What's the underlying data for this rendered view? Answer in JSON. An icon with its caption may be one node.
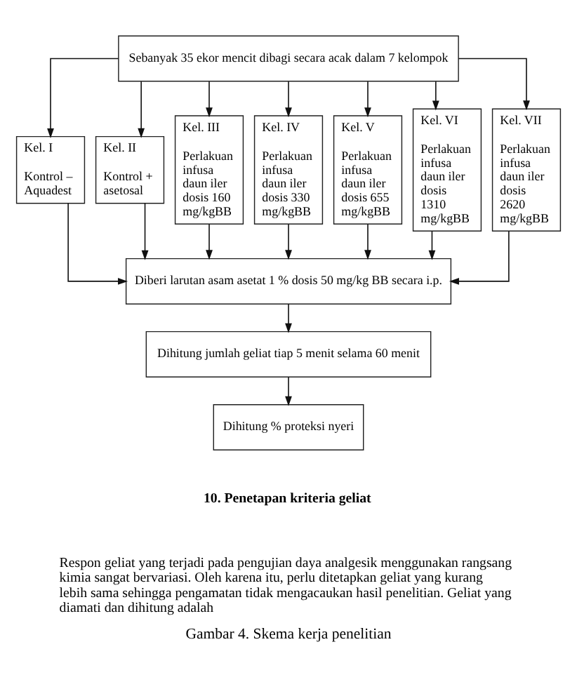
{
  "diagram": {
    "caption": "Gambar 4. Skema kerja penelitian",
    "nodes": [
      {
        "text": [
          "Sebanyak 35 ekor mencit dibagi secara acak dalam 7 kelompok"
        ]
      },
      {
        "text": [
          "Kel. I",
          "Kontrol – Aquadest"
        ]
      },
      {
        "text": [
          "Kel. II",
          "Kontrol + asetosal"
        ]
      },
      {
        "text": [
          "Kel. III",
          "Perlakuan infusa daun iler dosis 160 mg/kgBB"
        ]
      },
      {
        "text": [
          "Kel. IV",
          "Perlakuan infusa daun iler dosis 330 mg/kgBB"
        ]
      },
      {
        "text": [
          "Kel. V",
          "Perlakuan infusa daun iler dosis 655 mg/kgBB"
        ]
      },
      {
        "text": [
          "Kel. VI",
          "Perlakuan infusa daun iler dosis 1310 mg/kgBB"
        ]
      },
      {
        "text": [
          "Kel. VII",
          "Perlakuan infusa daun iler dosis 2620 mg/kgBB"
        ]
      },
      {
        "text": [
          "Diberi larutan asam asetat 1 % dosis 50 mg/kg BB secara i.p."
        ]
      },
      {
        "text": [
          "Dihitung jumlah geliat tiap 5 menit selama 60 menit"
        ]
      },
      {
        "text": [
          "Dihitung % proteksi nyeri"
        ]
      }
    ],
    "edges": [
      {
        "from": 0,
        "to": 1,
        "arrow": "to"
      },
      {
        "from": 0,
        "to": 2,
        "arrow": "to"
      },
      {
        "from": 0,
        "to": 3,
        "arrow": "to"
      },
      {
        "from": 0,
        "to": 4,
        "arrow": "to"
      },
      {
        "from": 0,
        "to": 5,
        "arrow": "to"
      },
      {
        "from": 0,
        "to": 6,
        "arrow": "to"
      },
      {
        "from": 0,
        "to": 7,
        "arrow": "to"
      },
      {
        "from": 1,
        "to": 8,
        "arrow": "to"
      },
      {
        "from": 2,
        "to": 8,
        "arrow": "to"
      },
      {
        "from": 3,
        "to": 8,
        "arrow": "to"
      },
      {
        "from": 4,
        "to": 8,
        "arrow": "to"
      },
      {
        "from": 5,
        "to": 8,
        "arrow": "to"
      },
      {
        "from": 6,
        "to": 8,
        "arrow": "to"
      },
      {
        "from": 7,
        "to": 8,
        "arrow": "to"
      },
      {
        "from": 8,
        "to": 9,
        "arrow": "to"
      },
      {
        "from": 9,
        "to": 10,
        "arrow": "to"
      }
    ],
    "labels": [
      "10. Penetapan kriteria geliat",
      "Respon geliat yang terjadi pada pengujian daya analgesik menggunakan rangsang kimia sangat bervariasi. Oleh karena itu, perlu ditetapkan geliat yang kurang lebih sama sehingga pengamatan tidak mengacaukan hasil penelitian. Geliat yang diamati dan dihitung adalah"
    ]
  }
}
